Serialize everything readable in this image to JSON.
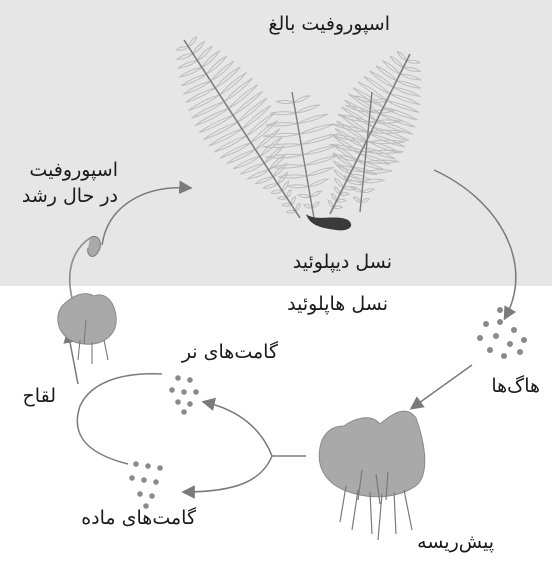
{
  "title": "",
  "labels": {
    "adult_sporophyte": "اسپوروفیت بالغ",
    "young_sporophyte_line1": "اسپوروفیت",
    "young_sporophyte_line2": "در حال رشد",
    "diploid": "نسل دیپلوئید",
    "haploid": "نسل هاپلوئید",
    "spores": "هاگ‌ها",
    "male_gametes": "گامت‌های نر",
    "fertilization": "لقاح",
    "female_gametes": "گامت‌های ماده",
    "prothallus": "پیش‌ریسه"
  },
  "colors": {
    "diploid_region": "#e6e6e6",
    "haploid_region": "#ffffff",
    "plant_fill": "#a9a9a9",
    "line": "#7a7a7a",
    "dots": "#8a8a8a",
    "text": "#1a1a1a"
  }
}
